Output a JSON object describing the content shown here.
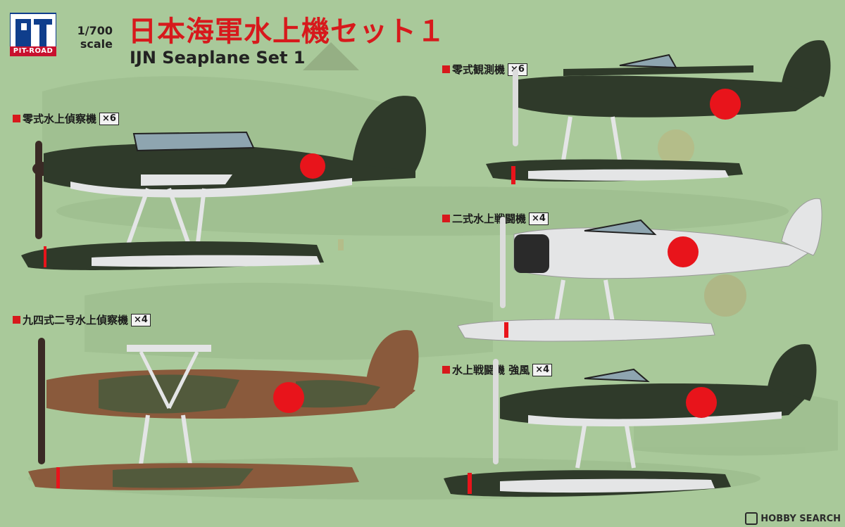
{
  "header": {
    "logo_text": "PIT-ROAD",
    "scale_ratio": "1/700",
    "scale_word": "scale",
    "title_jp": "日本海軍水上機セット１",
    "title_en": "IJN Seaplane Set 1"
  },
  "aircraft": [
    {
      "name": "零式水上偵察機",
      "qty": "×6",
      "scheme": "dark green / light grey"
    },
    {
      "name": "零式観測機",
      "qty": "×6",
      "scheme": "dark green / light grey"
    },
    {
      "name": "二式水上戦闘機",
      "qty": "×4",
      "scheme": "light grey"
    },
    {
      "name": "九四式二号水上偵察機",
      "qty": "×4",
      "scheme": "brown / green camouflage"
    },
    {
      "name": "水上戦闘機 強風",
      "qty": "×4",
      "scheme": "dark green / light grey"
    }
  ],
  "colors": {
    "background": "#a9c99a",
    "title_red": "#d7191c",
    "hinomaru": "#e8141b",
    "dark_green": "#2f3a2a",
    "light_grey": "#e4e5e6",
    "camo_brown": "#8a5a3c",
    "camo_green": "#4b5a3c"
  },
  "watermark": "HOBBY SEARCH"
}
